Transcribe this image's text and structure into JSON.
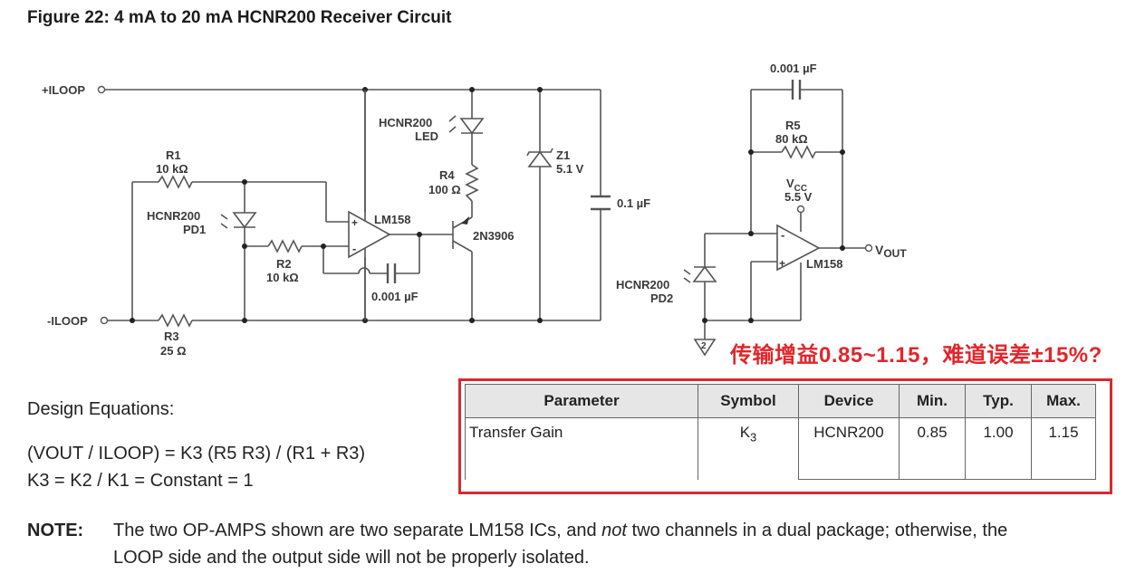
{
  "figure": {
    "title": "Figure 22:  4 mA to 20 mA HCNR200 Receiver Circuit"
  },
  "schematic": {
    "terminals": {
      "plus_iloop": "+ILOOP",
      "minus_iloop": "-ILOOP",
      "vout_main": "V",
      "vout_sub": "OUT",
      "vcc_main": "V",
      "vcc_sub": "CC",
      "vcc_value": "5.5 V"
    },
    "components": {
      "r1": {
        "name": "R1",
        "value": "10 kΩ"
      },
      "r2": {
        "name": "R2",
        "value": "10 kΩ"
      },
      "r3": {
        "name": "R3",
        "value": "25 Ω"
      },
      "r4": {
        "name": "R4",
        "value": "100 Ω"
      },
      "r5": {
        "name": "R5",
        "value": "80 kΩ"
      },
      "z1": {
        "name": "Z1",
        "value": "5.1 V"
      },
      "c_loop": {
        "value": "0.001 µF"
      },
      "c_bypass": {
        "value": "0.1 µF"
      },
      "c_out": {
        "value": "0.001 µF"
      },
      "opamp1": {
        "name": "LM158"
      },
      "opamp2": {
        "name": "LM158"
      },
      "transistor": {
        "name": "2N3906"
      },
      "led": {
        "line1": "HCNR200",
        "line2": "LED"
      },
      "pd1": {
        "line1": "HCNR200",
        "line2": "PD1"
      },
      "pd2": {
        "line1": "HCNR200",
        "line2": "PD2"
      },
      "ground_label": "2"
    }
  },
  "annotation": {
    "text": "传输增益0.85~1.15，难道误差±15%?",
    "color": "#e1262b"
  },
  "design_equations": {
    "title": "Design Equations:",
    "eq1": "(VOUT / ILOOP) = K3 (R5 R3) / (R1 + R3)",
    "eq2": "K3 = K2 / K1 = Constant = 1"
  },
  "spec_table": {
    "headers": [
      "Parameter",
      "Symbol",
      "Device",
      "Min.",
      "Typ.",
      "Max."
    ],
    "rows": [
      {
        "parameter": "Transfer Gain",
        "symbol_main": "K",
        "symbol_sub": "3",
        "device": "HCNR200",
        "min": "0.85",
        "typ": "1.00",
        "max": "1.15"
      }
    ],
    "highlight_color": "#d42a2f"
  },
  "note": {
    "label": "NOTE:",
    "text_before": "The two OP-AMPS shown are two separate LM158 ICs, and ",
    "text_emphasis": "not",
    "text_after": " two channels in a dual package; otherwise, the",
    "line2": "LOOP side and the output side will not be properly isolated."
  }
}
